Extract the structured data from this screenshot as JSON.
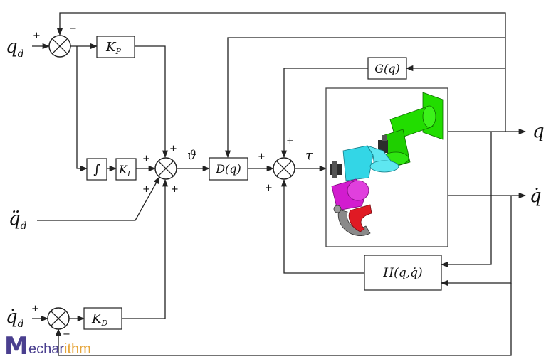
{
  "labels": {
    "input_q": "q",
    "input_q_sub": "d",
    "input_qdd": "q̈",
    "input_qdd_sub": "d",
    "input_qd": "q̇",
    "input_qd_sub": "d",
    "signal_theta": "ϑ",
    "signal_tau": "τ",
    "output_q": "q",
    "output_qdot": "q̇"
  },
  "blocks": {
    "kp": "K",
    "kp_sub": "P",
    "integrator": "∫",
    "ki": "K",
    "ki_sub": "I",
    "kd": "K",
    "kd_sub": "D",
    "dq": "D(q)",
    "gq": "G(q)",
    "hq": "H(q,q̇)"
  },
  "signs": {
    "plus": "+",
    "minus": "−"
  },
  "logo": {
    "mark": "M",
    "text_part1": "echar",
    "text_part2": "ithm"
  },
  "colors": {
    "arm_green": "#22dd00",
    "arm_cyan": "#33d6e6",
    "arm_magenta": "#d21ccf",
    "arm_red": "#e01a24",
    "arm_grey": "#8a8a8a",
    "logo_purple": "#4a3f8f",
    "logo_orange": "#e6a53a"
  }
}
